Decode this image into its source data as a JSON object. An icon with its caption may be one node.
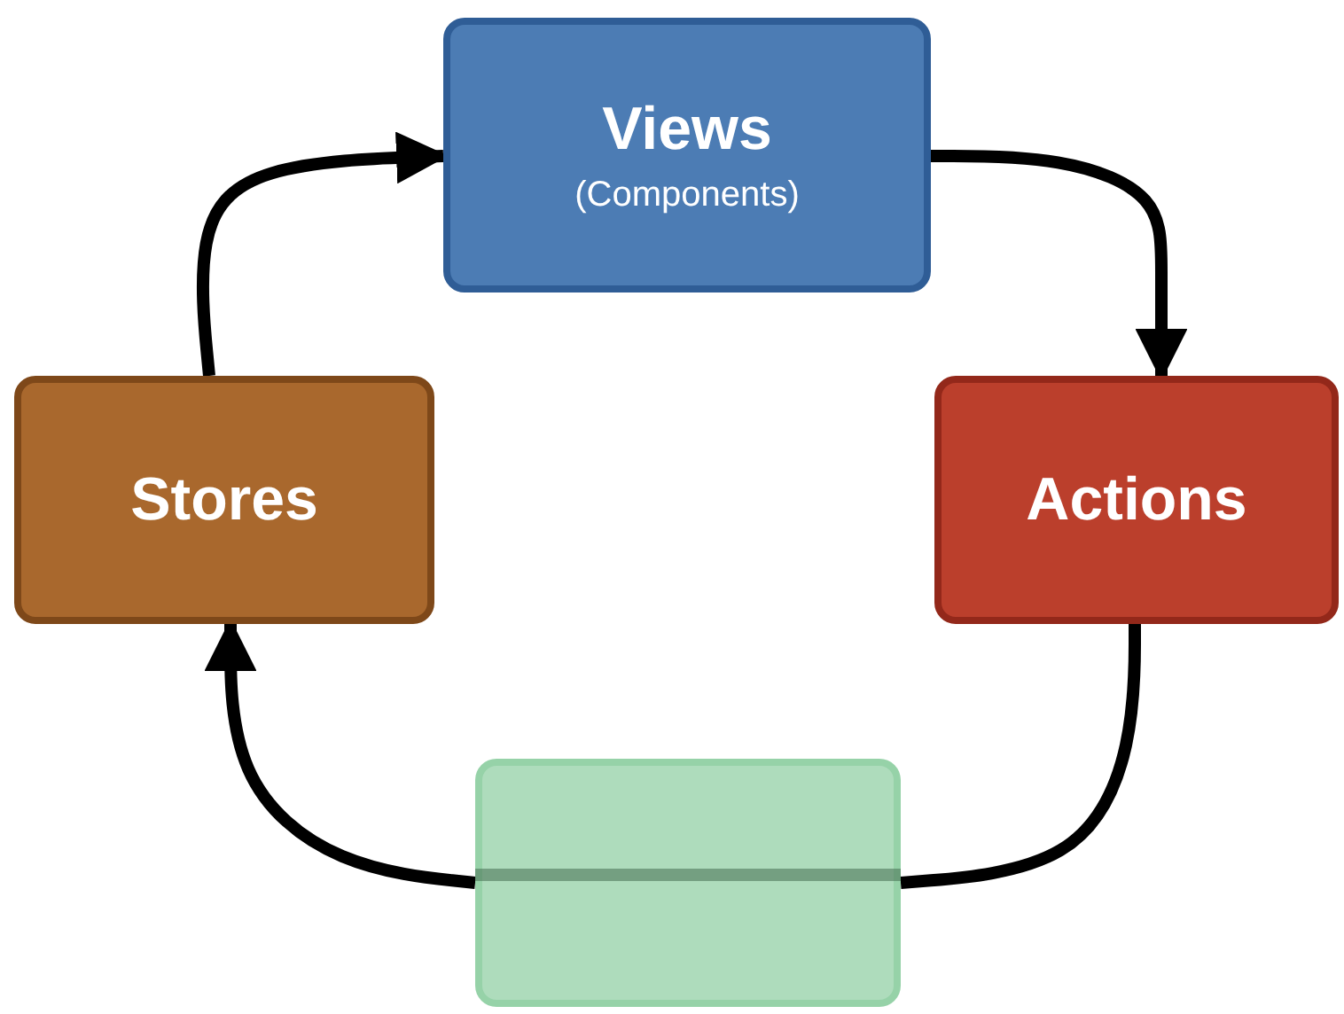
{
  "diagram": {
    "nodes": [
      {
        "text": [
          "Views",
          "(Components)"
        ]
      },
      {
        "text": [
          "Actions"
        ]
      },
      {
        "text": [],
        "shape": "box"
      },
      {
        "text": [
          "Stores"
        ]
      }
    ],
    "edges": [
      {
        "from": 0,
        "to": 1,
        "arrow": "to"
      },
      {
        "from": 1,
        "to": 2,
        "arrow": "none"
      },
      {
        "from": 2,
        "to": 3,
        "arrow": "to"
      },
      {
        "from": 3,
        "to": 0,
        "arrow": "to"
      }
    ]
  }
}
